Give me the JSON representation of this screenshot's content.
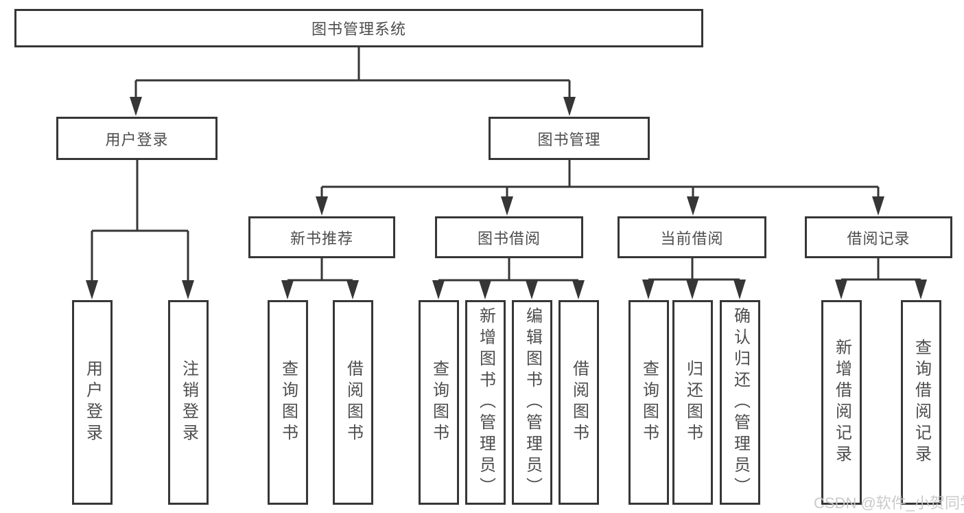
{
  "diagram": {
    "root": {
      "label": "图书管理系统"
    },
    "user_login": {
      "label": "用户登录",
      "children": [
        "用户登录",
        "注销登录"
      ]
    },
    "book_management": {
      "label": "图书管理",
      "sections": [
        {
          "label": "新书推荐",
          "children": [
            "查询图书",
            "借阅图书"
          ]
        },
        {
          "label": "图书借阅",
          "children": [
            "查询图书",
            "新增图书（管理员）",
            "编辑图书（管理员）",
            "借阅图书"
          ]
        },
        {
          "label": "当前借阅",
          "children": [
            "查询图书",
            "归还图书",
            "确认归还（管理员）"
          ]
        },
        {
          "label": "借阅记录",
          "children": [
            "新增借阅记录",
            "查询借阅记录"
          ]
        }
      ]
    },
    "watermark": "CSDN @软件_小贺同学",
    "colors": {
      "line": "#363636",
      "text": "#4d4d4d",
      "watermark": "#c6c6c6",
      "background": "#ffffff"
    }
  }
}
